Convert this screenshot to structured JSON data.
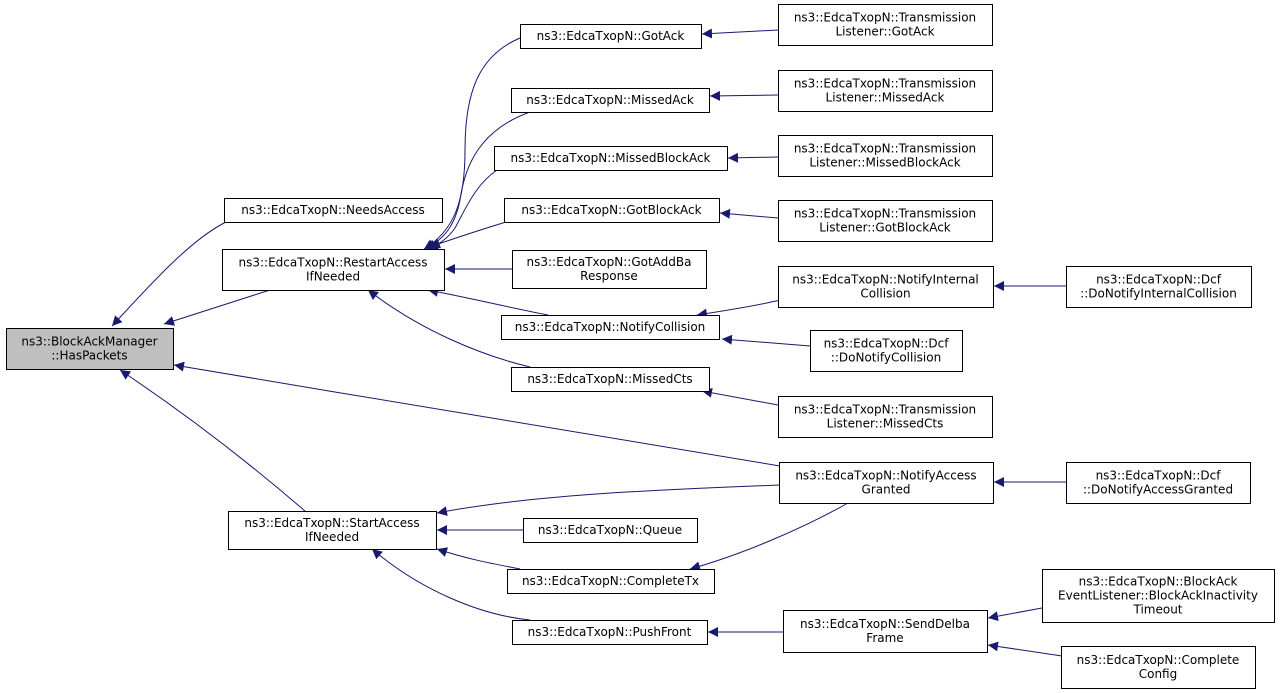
{
  "graph": {
    "title": "",
    "edge_color": "#191970",
    "root_fill": "#bfbfbf",
    "nodes": [
      {
        "id": "root",
        "lines": [
          "ns3::BlockAckManager",
          "::HasPackets"
        ]
      },
      {
        "id": "needsaccess",
        "lines": [
          "ns3::EdcaTxopN::NeedsAccess"
        ]
      },
      {
        "id": "restartaccess",
        "lines": [
          "ns3::EdcaTxopN::RestartAccess",
          "IfNeeded"
        ]
      },
      {
        "id": "startaccess",
        "lines": [
          "ns3::EdcaTxopN::StartAccess",
          "IfNeeded"
        ]
      },
      {
        "id": "gotack",
        "lines": [
          "ns3::EdcaTxopN::GotAck"
        ]
      },
      {
        "id": "missedack",
        "lines": [
          "ns3::EdcaTxopN::MissedAck"
        ]
      },
      {
        "id": "missedblockack",
        "lines": [
          "ns3::EdcaTxopN::MissedBlockAck"
        ]
      },
      {
        "id": "gotblockack",
        "lines": [
          "ns3::EdcaTxopN::GotBlockAck"
        ]
      },
      {
        "id": "gotaddba",
        "lines": [
          "ns3::EdcaTxopN::GotAddBa",
          "Response"
        ]
      },
      {
        "id": "notifycollision",
        "lines": [
          "ns3::EdcaTxopN::NotifyCollision"
        ]
      },
      {
        "id": "missedcts",
        "lines": [
          "ns3::EdcaTxopN::MissedCts"
        ]
      },
      {
        "id": "notifyaccess",
        "lines": [
          "ns3::EdcaTxopN::NotifyAccess",
          "Granted"
        ]
      },
      {
        "id": "queue",
        "lines": [
          "ns3::EdcaTxopN::Queue"
        ]
      },
      {
        "id": "completetx",
        "lines": [
          "ns3::EdcaTxopN::CompleteTx"
        ]
      },
      {
        "id": "pushfront",
        "lines": [
          "ns3::EdcaTxopN::PushFront"
        ]
      },
      {
        "id": "tl_gotack",
        "lines": [
          "ns3::EdcaTxopN::Transmission",
          "Listener::GotAck"
        ]
      },
      {
        "id": "tl_missedack",
        "lines": [
          "ns3::EdcaTxopN::Transmission",
          "Listener::MissedAck"
        ]
      },
      {
        "id": "tl_missedblockack",
        "lines": [
          "ns3::EdcaTxopN::Transmission",
          "Listener::MissedBlockAck"
        ]
      },
      {
        "id": "tl_gotblockack",
        "lines": [
          "ns3::EdcaTxopN::Transmission",
          "Listener::GotBlockAck"
        ]
      },
      {
        "id": "notifyinternal",
        "lines": [
          "ns3::EdcaTxopN::NotifyInternal",
          "Collision"
        ]
      },
      {
        "id": "dcf_notifycollision",
        "lines": [
          "ns3::EdcaTxopN::Dcf",
          "::DoNotifyCollision"
        ]
      },
      {
        "id": "tl_missedcts",
        "lines": [
          "ns3::EdcaTxopN::Transmission",
          "Listener::MissedCts"
        ]
      },
      {
        "id": "senddelba",
        "lines": [
          "ns3::EdcaTxopN::SendDelba",
          "Frame"
        ]
      },
      {
        "id": "dcf_internal",
        "lines": [
          "ns3::EdcaTxopN::Dcf",
          "::DoNotifyInternalCollision"
        ]
      },
      {
        "id": "dcf_granted",
        "lines": [
          "ns3::EdcaTxopN::Dcf",
          "::DoNotifyAccessGranted"
        ]
      },
      {
        "id": "blockack_listener",
        "lines": [
          "ns3::EdcaTxopN::BlockAck",
          "EventListener::BlockAckInactivity",
          "Timeout"
        ]
      },
      {
        "id": "completeconfig",
        "lines": [
          "ns3::EdcaTxopN::Complete",
          "Config"
        ]
      }
    ]
  }
}
